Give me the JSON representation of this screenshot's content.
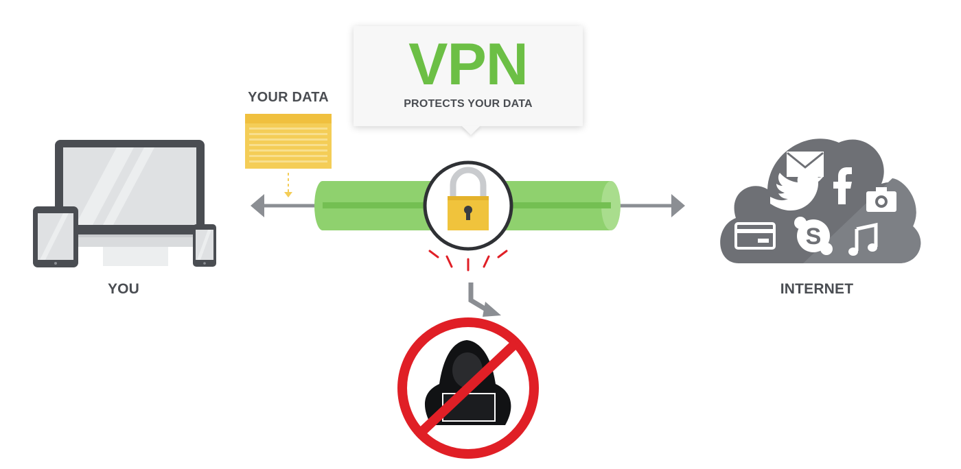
{
  "diagram": {
    "callout": {
      "title": "VPN",
      "subtitle": "PROTECTS YOUR DATA"
    },
    "labels": {
      "you": "YOU",
      "internet": "INTERNET",
      "your_data": "YOUR DATA"
    }
  },
  "colors": {
    "vpn_green": "#6cbf45",
    "tunnel_green": "#8fd16e",
    "data_yellow": "#f4cd57",
    "lock_gold": "#f0c33c",
    "text_gray": "#4a4d52",
    "arrow_gray": "#8b8e93",
    "cloud_gray": "#6e7075",
    "block_red": "#e01f26"
  },
  "icons": [
    "laptop-icon",
    "tablet-icon",
    "phone-icon",
    "data-file-icon",
    "padlock-icon",
    "hacker-icon",
    "no-entry-icon",
    "cloud-icon",
    "mail-icon",
    "twitter-icon",
    "facebook-icon",
    "camera-icon",
    "credit-card-icon",
    "skype-icon",
    "music-note-icon"
  ]
}
